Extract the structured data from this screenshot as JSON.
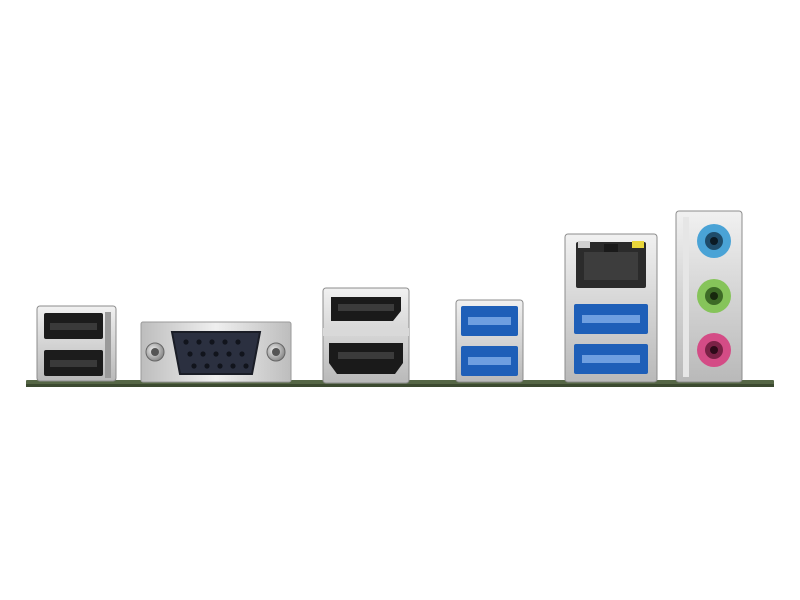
{
  "image": {
    "subject": "motherboard-rear-io-panel",
    "background_color": "#ffffff",
    "pcb_color": "#556645",
    "ports": [
      {
        "id": "usb2-stack",
        "kind": "USB 2.0",
        "count": 2,
        "color": "#1c1c1c"
      },
      {
        "id": "vga",
        "kind": "D-Sub",
        "pins": 15,
        "color": "#2b3040"
      },
      {
        "id": "displayport",
        "kind": "DisplayPort",
        "count": 1
      },
      {
        "id": "hdmi",
        "kind": "HDMI",
        "count": 1
      },
      {
        "id": "usb3-stack-left",
        "kind": "USB 3.2",
        "count": 2,
        "color": "#1e5fb8"
      },
      {
        "id": "lan",
        "kind": "RJ-45",
        "count": 1,
        "led_color": "#e9d63a"
      },
      {
        "id": "usb3-stack-right",
        "kind": "USB 3.2",
        "count": 2,
        "color": "#1e5fb8"
      },
      {
        "id": "audio-line-in",
        "kind": "audio jack",
        "color": "#4aa3d6"
      },
      {
        "id": "audio-line-out",
        "kind": "audio jack",
        "color": "#86c45a"
      },
      {
        "id": "audio-mic-in",
        "kind": "audio jack",
        "color": "#d44c86"
      }
    ]
  }
}
